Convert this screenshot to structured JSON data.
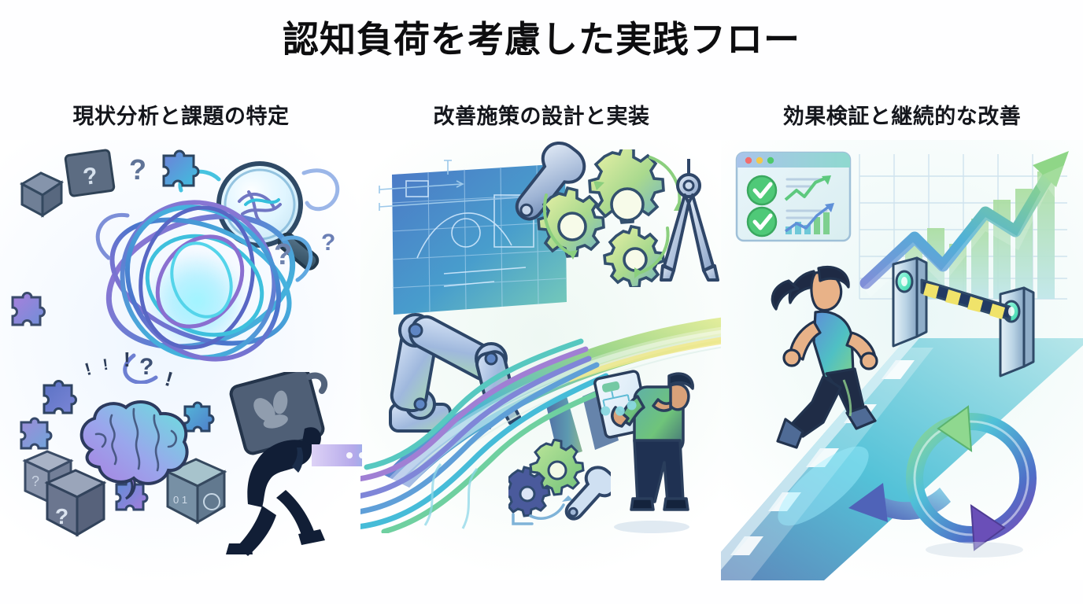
{
  "page": {
    "title": "認知負荷を考慮した実践フロー",
    "background_color": "#ffffff",
    "title_color": "#0d0d0f",
    "heading_color": "#14161c"
  },
  "sections": [
    {
      "id": "analysis",
      "heading": "現状分析と課題の特定",
      "icons": [
        "tangled-threads-icon",
        "brain-icon",
        "magnifier-icon",
        "puzzle-piece-icon",
        "question-mark-icon",
        "cube-icon",
        "burdened-person-icon",
        "heavy-weight-icon",
        "exclamation-mark-icon"
      ],
      "accent_colors": [
        "#8b6fd0",
        "#5a7fd4",
        "#36bcd8",
        "#6ee4f5"
      ]
    },
    {
      "id": "design",
      "heading": "改善施策の設計と実装",
      "icons": [
        "blueprint-icon",
        "robot-arm-icon",
        "wrench-icon",
        "gear-icon",
        "compass-divider-icon",
        "bridge-icon",
        "cable-bundle-icon",
        "person-with-tablet-icon",
        "flow-arrow-icon"
      ],
      "accent_colors": [
        "#4a76c8",
        "#49b6c8",
        "#8ed47a",
        "#e8ec9a"
      ]
    },
    {
      "id": "verification",
      "heading": "効果検証と継続的な改善",
      "icons": [
        "dashboard-window-icon",
        "check-circle-icon",
        "line-chart-icon",
        "bar-chart-icon",
        "growth-arrow-icon",
        "running-person-icon",
        "gate-barrier-icon",
        "traffic-light-green-icon",
        "road-icon",
        "refresh-cycle-icon",
        "feedback-arrow-icon"
      ],
      "accent_colors": [
        "#45c07a",
        "#4aa8dd",
        "#9bdc86",
        "#5f6fd0"
      ]
    }
  ],
  "connectors": [
    {
      "name": "arrow-step1-to-step2",
      "from": "analysis",
      "to": "design",
      "gradient": [
        "#b9a6e8",
        "#4fc5e6"
      ]
    },
    {
      "name": "arrow-step2-to-step3",
      "from": "design",
      "to": "verification",
      "gradient": [
        "#cfe98b",
        "#7dd27f"
      ]
    }
  ],
  "dashboard": {
    "window_dots": [
      "#f26d6d",
      "#f2c84b",
      "#4dc96a"
    ],
    "check_marks": 2,
    "charts": [
      "line-chart",
      "bar-chart"
    ]
  },
  "gate": {
    "barrier_stripes": [
      "#f0e36a",
      "#223a63"
    ],
    "signal_color": "#46e3c0",
    "posts": 2
  }
}
